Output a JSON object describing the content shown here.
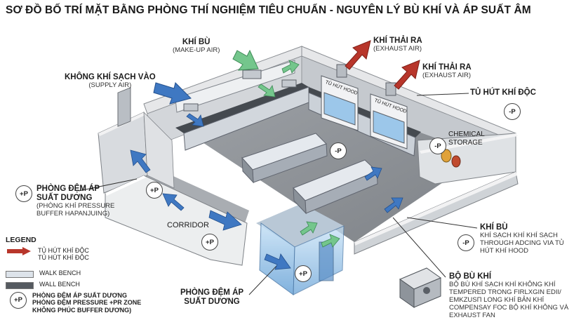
{
  "title": "SƠ ĐỒ BỐ TRÍ MẶT BẰNG PHÒNG THÍ NGHIỆM TIÊU CHUẨN - NGUYÊN LÝ BÙ KHÍ VÀ ÁP SUẤT ÂM",
  "colors": {
    "exhaust_arrow": "#b8362b",
    "makeup_arrow": "#74c68c",
    "supply_arrow": "#3f78c2",
    "wall_top": "#e8e8ea",
    "wall_side": "#c9cdd2",
    "floor": "#8f9398",
    "walk_bench": "#dde3ea",
    "wall_bench": "#555a60",
    "glass": "#8ec0ea"
  },
  "labels": {
    "makeup_air": {
      "main": "KHÍ BÙ",
      "sub": "(MAKE-UP AIR)"
    },
    "exhaust_1": {
      "main": "KHÍ THẢI RA",
      "sub": "(EXHAUST AIR)"
    },
    "exhaust_2": {
      "main": "KHÍ THẢI RA",
      "sub": "(EXHAUST AIR)"
    },
    "supply_air": {
      "main": "KHÔNG KHÍ SẠCH VÀO",
      "sub": "(SUPPLY AIR)"
    },
    "fume_hood_callout": "TỦ HÚT KHÍ ĐỘC",
    "chemical_storage": "CHEMICAL STORAGE",
    "hood_tag_1": "TỦ HÚT HOOD",
    "hood_tag_2": "TỦ HÚT HOOD",
    "corridor": "CORRIDOR",
    "left_airlock": {
      "main": "PHÒNG ĐỆM ÁP SUẤT DƯƠNG",
      "sub": "(PHÒNG KHÍ PRESSURE BUFFER HAPANJUING)"
    },
    "bottom_airlock": {
      "main": "PHÒNG ĐỆM ÁP SUẤT DƯƠNG"
    },
    "right_makeup": {
      "main": "KHÍ BÙ",
      "sub": "KHÍ SẠCH KHÍ KHÍ SẠCH THROUGH ADCING VIA TỦ HÚT KHÍ HOOD"
    },
    "makeup_unit": {
      "main": "BỘ BÙ KHÍ",
      "sub": "BỘ BÙ KHÍ SẠCH KHÍ KHÔNG KHÍ TEMPERED TRONG FIRLXGIN EDII/ EMKZUSΠ LONG KHÍ BẢN KHÍ COMPENSAY FOC BỘ KHÍ KHÔNG VÀ EXHAUST FAN"
    }
  },
  "badges": {
    "neg": "-P",
    "pos": "+P"
  },
  "legend": {
    "title": "LEGEND",
    "items": [
      {
        "label": "TỦ HÚT KHÍ ĐỘC\nTỦ HÚT KHÍ ĐỘC",
        "kind": "exhaust-arrow"
      },
      {
        "label": "WALK BENCH",
        "kind": "walk-bench"
      },
      {
        "label": "WALL BENCH",
        "kind": "wall-bench"
      },
      {
        "label": "PHÒNG ĐỆM ÁP SUẤT DƯƠNG\nPHÒNG ĐỆM PRESSURE +PR ZONE\nKHÔNG PHÚC BUFFER DƯƠNG)",
        "kind": "positive-badge"
      }
    ]
  }
}
